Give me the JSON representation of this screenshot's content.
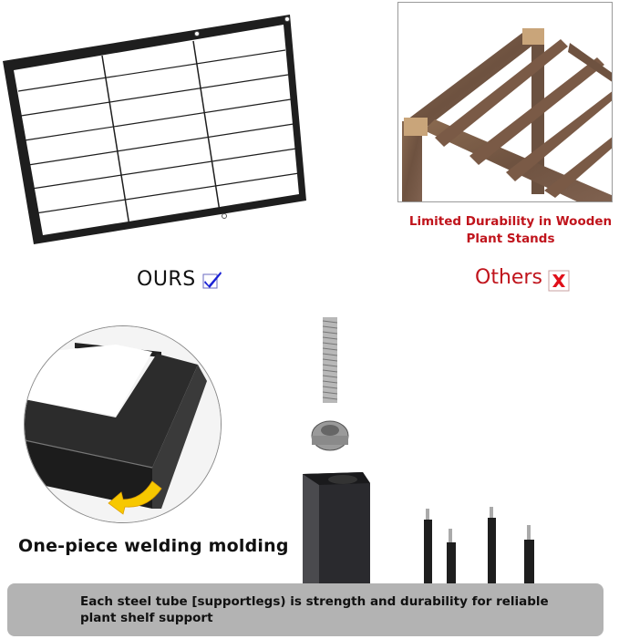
{
  "comparison": {
    "ours": {
      "label": "OURS",
      "icon": "checkbox-checked-icon",
      "icon_color": "#1a22d6",
      "image": "black-metal-grid-shelf-frame"
    },
    "others": {
      "label": "Others",
      "icon": "checkbox-x-icon",
      "icon_color": "#e0101a",
      "label_color": "#c0141c",
      "image": "wooden-plant-stand",
      "caption_line1": "Limited Durability in Wooden",
      "caption_line2": "Plant Stands"
    }
  },
  "features": {
    "welding": {
      "caption": "One-piece welding molding",
      "image": "welded-frame-corner-closeup",
      "arrow_icon": "curved-arrow-icon"
    },
    "tube": {
      "image": "steel-tube-leg-with-bolt-and-nut",
      "caption": "Each steel tube [supportlegs) is strength and durability for reliable plant shelf support"
    }
  },
  "colors": {
    "accent_red": "#c0141c",
    "check_blue": "#1a22d6",
    "caption_bar": "#b3b3b3"
  }
}
